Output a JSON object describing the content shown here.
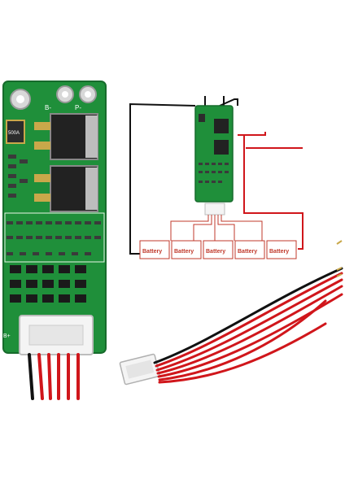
{
  "colors": {
    "pcb_green": "#1f8f3a",
    "pcb_dark": "#17692b",
    "wire_red": "#d0161b",
    "wire_black": "#111111",
    "connector_white": "#f4f4f4",
    "battery_outline": "#c0392b",
    "pad_gold": "#c9a84a"
  },
  "board": {
    "resistor_label": "500A",
    "corner_labels": [
      "B-",
      "B+",
      "P-"
    ]
  },
  "diagram": {
    "battery_labels": [
      "Battery",
      "Battery",
      "Battery",
      "Battery",
      "Battery"
    ]
  }
}
